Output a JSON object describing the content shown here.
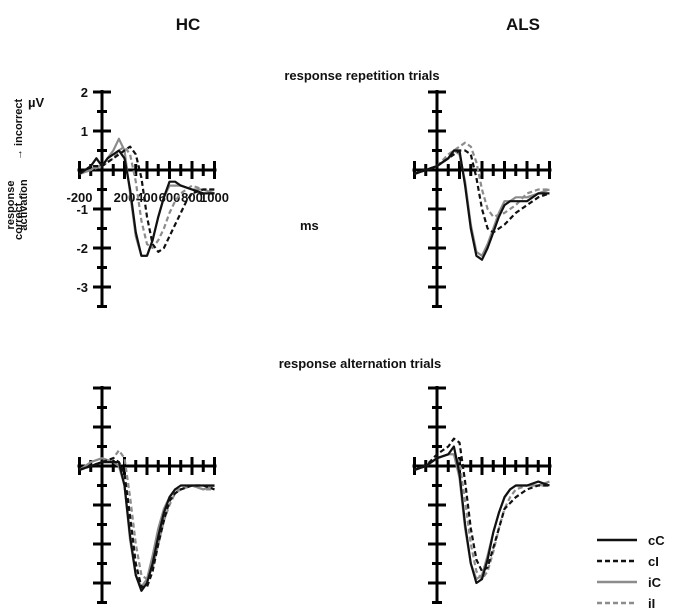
{
  "figure": {
    "col_titles": [
      "HC",
      "ALS"
    ],
    "row_titles": [
      "response repetition trials",
      "response alternation trials"
    ],
    "y_unit": "µV",
    "x_unit": "ms",
    "y_axis_label": {
      "correct": "correct ←",
      "response": "response",
      "activation": "activation",
      "incorrect": "→ incorrect"
    }
  },
  "legend": {
    "placement": "bottom-right",
    "items": [
      {
        "label": "cC",
        "color": "#111111",
        "dash": "solid"
      },
      {
        "label": "cI",
        "color": "#111111",
        "dash": "dashed"
      },
      {
        "label": "iC",
        "color": "#8c8c8c",
        "dash": "solid"
      },
      {
        "label": "iI",
        "color": "#8c8c8c",
        "dash": "dashed"
      }
    ]
  },
  "chart_data": [
    {
      "type": "line",
      "title": "response repetition trials",
      "group": "HC",
      "xlabel": "ms",
      "ylabel": "µV",
      "xlim": [
        -200,
        1000
      ],
      "ylim": [
        -3.5,
        2
      ],
      "x_ticks": [
        -200,
        0,
        200,
        400,
        600,
        800,
        1000
      ],
      "x_tick_labels": [
        "-200",
        "",
        "200",
        "400",
        "600",
        "800",
        "1000"
      ],
      "y_ticks": [
        -3,
        -2,
        -1,
        0,
        1,
        2
      ],
      "y_tick_labels": [
        "-3",
        "-2",
        "-1",
        "",
        "1",
        "2"
      ],
      "series": [
        {
          "name": "cC",
          "x": [
            -200,
            -100,
            -50,
            0,
            50,
            100,
            150,
            200,
            250,
            300,
            350,
            400,
            450,
            500,
            550,
            600,
            650,
            700,
            800,
            900,
            1000
          ],
          "y": [
            -0.1,
            0.1,
            0.3,
            0.1,
            0.3,
            0.4,
            0.5,
            0.3,
            -0.5,
            -1.6,
            -2.2,
            -2.2,
            -1.8,
            -1.2,
            -0.7,
            -0.3,
            -0.3,
            -0.4,
            -0.5,
            -0.6,
            -0.6
          ]
        },
        {
          "name": "cI",
          "x": [
            -200,
            -100,
            0,
            100,
            200,
            250,
            300,
            350,
            400,
            450,
            500,
            550,
            600,
            650,
            700,
            750,
            800,
            900,
            1000
          ],
          "y": [
            -0.1,
            0.1,
            0.1,
            0.3,
            0.5,
            0.6,
            0.4,
            -0.2,
            -1.2,
            -1.9,
            -2.1,
            -2.0,
            -1.7,
            -1.4,
            -1.1,
            -0.8,
            -0.6,
            -0.5,
            -0.5
          ]
        },
        {
          "name": "iC",
          "x": [
            -200,
            -100,
            -50,
            0,
            50,
            100,
            150,
            200,
            250,
            300,
            350,
            400,
            450,
            500,
            550,
            600,
            650,
            700,
            800,
            900,
            1000
          ],
          "y": [
            -0.1,
            0.0,
            0.1,
            0.1,
            0.3,
            0.5,
            0.8,
            0.5,
            -0.6,
            -1.7,
            -2.2,
            -2.2,
            -1.8,
            -1.2,
            -0.7,
            -0.4,
            -0.4,
            -0.4,
            -0.5,
            -0.5,
            -0.6
          ]
        },
        {
          "name": "iI",
          "x": [
            -200,
            -100,
            0,
            100,
            150,
            200,
            250,
            300,
            350,
            400,
            450,
            500,
            550,
            600,
            650,
            700,
            800,
            900,
            1000
          ],
          "y": [
            -0.1,
            0.0,
            0.1,
            0.3,
            0.5,
            0.6,
            0.4,
            -0.3,
            -1.3,
            -1.9,
            -2.0,
            -1.8,
            -1.5,
            -1.1,
            -0.8,
            -0.6,
            -0.4,
            -0.5,
            -0.5
          ]
        }
      ]
    },
    {
      "type": "line",
      "title": "response repetition trials",
      "group": "ALS",
      "xlim": [
        -200,
        1000
      ],
      "ylim": [
        -3.5,
        2
      ],
      "x_ticks": [
        -200,
        0,
        200,
        400,
        600,
        800,
        1000
      ],
      "y_ticks": [
        -3,
        -2,
        -1,
        0,
        1,
        2
      ],
      "series": [
        {
          "name": "cC",
          "x": [
            -200,
            -100,
            0,
            50,
            100,
            150,
            200,
            250,
            300,
            350,
            400,
            450,
            500,
            550,
            600,
            650,
            700,
            800,
            900,
            1000
          ],
          "y": [
            -0.1,
            0.0,
            0.1,
            0.2,
            0.3,
            0.5,
            0.5,
            -0.4,
            -1.5,
            -2.2,
            -2.3,
            -2.0,
            -1.6,
            -1.2,
            -0.9,
            -0.8,
            -0.8,
            -0.8,
            -0.6,
            -0.6
          ]
        },
        {
          "name": "cI",
          "x": [
            -200,
            -100,
            0,
            100,
            200,
            250,
            300,
            350,
            400,
            450,
            500,
            550,
            600,
            700,
            800,
            900,
            1000
          ],
          "y": [
            -0.1,
            0.0,
            0.1,
            0.3,
            0.5,
            0.5,
            0.4,
            -0.2,
            -1.0,
            -1.5,
            -1.6,
            -1.5,
            -1.4,
            -1.1,
            -0.9,
            -0.7,
            -0.6
          ]
        },
        {
          "name": "iC",
          "x": [
            -200,
            -100,
            0,
            50,
            100,
            150,
            200,
            250,
            300,
            350,
            400,
            450,
            500,
            550,
            600,
            650,
            700,
            800,
            900,
            1000
          ],
          "y": [
            -0.1,
            0.0,
            0.1,
            0.2,
            0.3,
            0.5,
            0.4,
            -0.3,
            -1.4,
            -2.1,
            -2.2,
            -1.9,
            -1.5,
            -1.1,
            -0.8,
            -0.8,
            -0.7,
            -0.7,
            -0.6,
            -0.5
          ]
        },
        {
          "name": "iI",
          "x": [
            -200,
            -100,
            0,
            100,
            200,
            250,
            300,
            350,
            400,
            450,
            500,
            600,
            700,
            800,
            900,
            1000
          ],
          "y": [
            -0.1,
            0.0,
            0.1,
            0.4,
            0.6,
            0.7,
            0.6,
            0.2,
            -0.5,
            -1.0,
            -1.2,
            -1.1,
            -0.9,
            -0.6,
            -0.5,
            -0.5
          ]
        }
      ]
    },
    {
      "type": "line",
      "title": "response alternation trials",
      "group": "HC",
      "xlim": [
        -200,
        1000
      ],
      "ylim": [
        -3.5,
        2
      ],
      "x_ticks": [
        -200,
        0,
        200,
        400,
        600,
        800,
        1000
      ],
      "y_ticks": [
        -3,
        -2,
        -1,
        0,
        1,
        2
      ],
      "series": [
        {
          "name": "cC",
          "x": [
            -200,
            -100,
            0,
            100,
            150,
            200,
            250,
            300,
            350,
            400,
            450,
            500,
            550,
            600,
            650,
            700,
            800,
            900,
            1000
          ],
          "y": [
            -0.1,
            0.0,
            0.1,
            0.1,
            0.1,
            -0.5,
            -1.8,
            -2.8,
            -3.2,
            -3.0,
            -2.5,
            -1.8,
            -1.2,
            -0.8,
            -0.6,
            -0.5,
            -0.5,
            -0.5,
            -0.5
          ]
        },
        {
          "name": "cI",
          "x": [
            -200,
            -100,
            0,
            100,
            150,
            200,
            250,
            300,
            350,
            400,
            450,
            500,
            550,
            600,
            650,
            700,
            800,
            900,
            1000
          ],
          "y": [
            -0.1,
            0.0,
            0.1,
            0.2,
            0.1,
            -0.2,
            -1.3,
            -2.5,
            -3.1,
            -3.1,
            -2.7,
            -2.0,
            -1.4,
            -0.9,
            -0.7,
            -0.6,
            -0.5,
            -0.5,
            -0.6
          ]
        },
        {
          "name": "iC",
          "x": [
            -200,
            -100,
            0,
            100,
            150,
            200,
            250,
            300,
            350,
            400,
            450,
            500,
            550,
            600,
            650,
            700,
            800,
            900,
            1000
          ],
          "y": [
            -0.1,
            0.1,
            0.2,
            0.1,
            0.0,
            -0.5,
            -1.9,
            -2.8,
            -3.1,
            -2.9,
            -2.3,
            -1.6,
            -1.1,
            -0.8,
            -0.6,
            -0.6,
            -0.5,
            -0.6,
            -0.5
          ]
        },
        {
          "name": "iI",
          "x": [
            -200,
            -100,
            0,
            100,
            150,
            200,
            250,
            300,
            350,
            400,
            450,
            500,
            550,
            600,
            650,
            700,
            800,
            900,
            1000
          ],
          "y": [
            -0.1,
            0.0,
            0.1,
            0.2,
            0.4,
            0.2,
            -0.8,
            -2.0,
            -2.8,
            -2.9,
            -2.6,
            -2.0,
            -1.4,
            -1.0,
            -0.7,
            -0.6,
            -0.5,
            -0.6,
            -0.6
          ]
        }
      ]
    },
    {
      "type": "line",
      "title": "response alternation trials",
      "group": "ALS",
      "xlim": [
        -200,
        1000
      ],
      "ylim": [
        -3.5,
        2
      ],
      "x_ticks": [
        -200,
        0,
        200,
        400,
        600,
        800,
        1000
      ],
      "y_ticks": [
        -3,
        -2,
        -1,
        0,
        1,
        2
      ],
      "series": [
        {
          "name": "cC",
          "x": [
            -200,
            -100,
            0,
            100,
            150,
            200,
            250,
            300,
            350,
            400,
            450,
            500,
            550,
            600,
            650,
            700,
            800,
            900,
            1000
          ],
          "y": [
            -0.1,
            0.0,
            0.2,
            0.3,
            0.5,
            -0.2,
            -1.5,
            -2.5,
            -3.0,
            -2.9,
            -2.4,
            -1.7,
            -1.2,
            -0.8,
            -0.6,
            -0.5,
            -0.5,
            -0.4,
            -0.5
          ]
        },
        {
          "name": "cI",
          "x": [
            -200,
            -100,
            0,
            100,
            150,
            200,
            250,
            300,
            350,
            400,
            450,
            500,
            550,
            600,
            700,
            800,
            900,
            1000
          ],
          "y": [
            -0.1,
            0.0,
            0.3,
            0.5,
            0.7,
            0.6,
            -0.4,
            -1.6,
            -2.4,
            -2.7,
            -2.6,
            -2.1,
            -1.6,
            -1.1,
            -0.8,
            -0.6,
            -0.5,
            -0.5
          ]
        },
        {
          "name": "iC",
          "x": [
            -200,
            -100,
            0,
            100,
            150,
            200,
            250,
            300,
            350,
            400,
            450,
            500,
            550,
            600,
            650,
            700,
            800,
            900,
            1000
          ],
          "y": [
            -0.1,
            0.0,
            0.2,
            0.3,
            0.3,
            -0.3,
            -1.6,
            -2.5,
            -2.9,
            -2.8,
            -2.3,
            -1.7,
            -1.2,
            -0.8,
            -0.6,
            -0.5,
            -0.5,
            -0.5,
            -0.4
          ]
        },
        {
          "name": "iI",
          "x": [
            -200,
            -100,
            0,
            100,
            150,
            200,
            250,
            300,
            350,
            400,
            450,
            500,
            550,
            600,
            650,
            700,
            800,
            900,
            1000
          ],
          "y": [
            -0.1,
            0.0,
            0.2,
            0.3,
            0.3,
            0.1,
            -0.9,
            -2.0,
            -2.7,
            -2.9,
            -2.7,
            -2.2,
            -1.6,
            -1.1,
            -0.8,
            -0.6,
            -0.5,
            -0.5,
            -0.5
          ]
        }
      ]
    }
  ]
}
